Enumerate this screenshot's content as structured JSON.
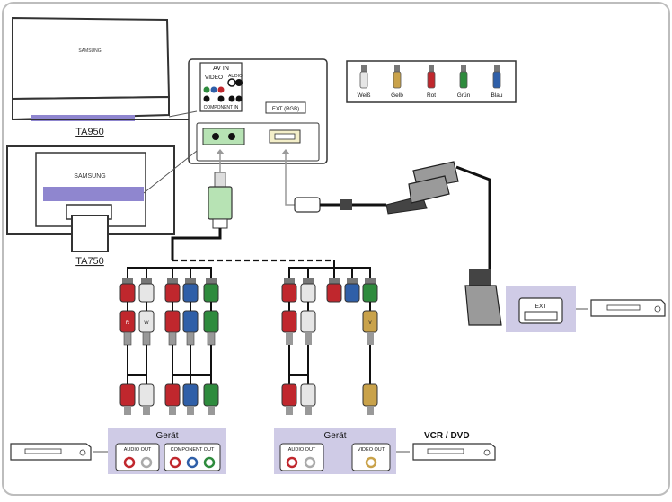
{
  "monitors": {
    "top_brand": "SAMSUNG",
    "top_model": "TA950",
    "bottom_brand": "SAMSUNG",
    "bottom_model": "TA750"
  },
  "port_panel": {
    "av_in": "AV IN",
    "video": "VIDEO",
    "audio": "AUDIO",
    "component_in": "COMPONENT IN",
    "ext_rgb": "EXT (RGB)"
  },
  "legend": {
    "items": [
      {
        "label": "Weiß",
        "color": "#e6e6e6"
      },
      {
        "label": "Gelb",
        "color": "#c9a24a"
      },
      {
        "label": "Rot",
        "color": "#c0272d"
      },
      {
        "label": "Grün",
        "color": "#2e8b3d"
      },
      {
        "label": "Blau",
        "color": "#2f5fa8"
      }
    ]
  },
  "cable_letters": {
    "red": "R",
    "white": "W",
    "video": "V"
  },
  "device_left": {
    "title": "Gerät",
    "audio_out": "AUDIO OUT",
    "component_out": "COMPONENT OUT"
  },
  "device_right": {
    "title": "Gerät",
    "audio_out": "AUDIO OUT",
    "video_out": "VIDEO OUT",
    "caption": "VCR / DVD"
  },
  "ext_device": {
    "label": "EXT"
  },
  "colors": {
    "red": "#c0272d",
    "white": "#e6e6e6",
    "green": "#2e8b3d",
    "blue": "#2f5fa8",
    "yellow": "#c9a24a",
    "panel_purple": "#cfcbe6",
    "port_green": "#b7e3b4"
  }
}
